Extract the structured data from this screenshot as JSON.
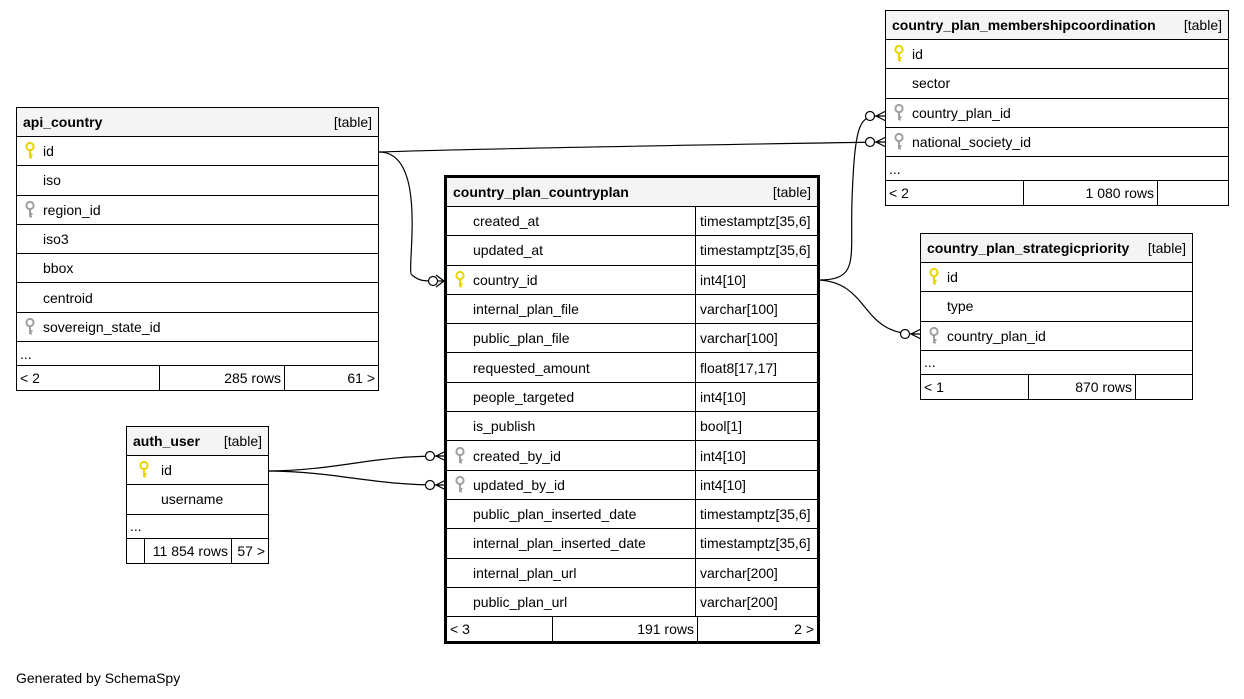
{
  "footer_text": "Generated by SchemaSpy",
  "colors": {
    "primary_key": "#e8d400",
    "foreign_key": "#a0a0a0",
    "header_bg": "#f4f4f4"
  },
  "tables": {
    "api_country": {
      "name": "api_country",
      "type": "[table]",
      "columns": [
        {
          "name": "id",
          "key": "pk"
        },
        {
          "name": "iso",
          "key": ""
        },
        {
          "name": "region_id",
          "key": "fk"
        },
        {
          "name": "iso3",
          "key": ""
        },
        {
          "name": "bbox",
          "key": ""
        },
        {
          "name": "centroid",
          "key": ""
        },
        {
          "name": "sovereign_state_id",
          "key": "fk"
        }
      ],
      "more": "...",
      "footer": {
        "parents": "< 2",
        "rows": "285 rows",
        "children": "61 >"
      }
    },
    "auth_user": {
      "name": "auth_user",
      "type": "[table]",
      "columns": [
        {
          "name": "id",
          "key": "pk"
        },
        {
          "name": "username",
          "key": ""
        }
      ],
      "more": "...",
      "footer": {
        "parents": "",
        "rows": "11 854 rows",
        "children": "57 >"
      }
    },
    "countryplan": {
      "name": "country_plan_countryplan",
      "type": "[table]",
      "columns": [
        {
          "name": "created_at",
          "type": "timestamptz[35,6]",
          "key": ""
        },
        {
          "name": "updated_at",
          "type": "timestamptz[35,6]",
          "key": ""
        },
        {
          "name": "country_id",
          "type": "int4[10]",
          "key": "pk"
        },
        {
          "name": "internal_plan_file",
          "type": "varchar[100]",
          "key": ""
        },
        {
          "name": "public_plan_file",
          "type": "varchar[100]",
          "key": ""
        },
        {
          "name": "requested_amount",
          "type": "float8[17,17]",
          "key": ""
        },
        {
          "name": "people_targeted",
          "type": "int4[10]",
          "key": ""
        },
        {
          "name": "is_publish",
          "type": "bool[1]",
          "key": ""
        },
        {
          "name": "created_by_id",
          "type": "int4[10]",
          "key": "fk"
        },
        {
          "name": "updated_by_id",
          "type": "int4[10]",
          "key": "fk"
        },
        {
          "name": "public_plan_inserted_date",
          "type": "timestamptz[35,6]",
          "key": ""
        },
        {
          "name": "internal_plan_inserted_date",
          "type": "timestamptz[35,6]",
          "key": ""
        },
        {
          "name": "internal_plan_url",
          "type": "varchar[200]",
          "key": ""
        },
        {
          "name": "public_plan_url",
          "type": "varchar[200]",
          "key": ""
        }
      ],
      "footer": {
        "parents": "< 3",
        "rows": "191 rows",
        "children": "2 >"
      }
    },
    "membership": {
      "name": "country_plan_membershipcoordination",
      "type": "[table]",
      "columns": [
        {
          "name": "id",
          "key": "pk"
        },
        {
          "name": "sector",
          "key": ""
        },
        {
          "name": "country_plan_id",
          "key": "fk"
        },
        {
          "name": "national_society_id",
          "key": "fk"
        }
      ],
      "more": "...",
      "footer": {
        "parents": "< 2",
        "rows": "1 080 rows",
        "children": ""
      }
    },
    "strategic": {
      "name": "country_plan_strategicpriority",
      "type": "[table]",
      "columns": [
        {
          "name": "id",
          "key": "pk"
        },
        {
          "name": "type",
          "key": ""
        },
        {
          "name": "country_plan_id",
          "key": "fk"
        }
      ],
      "more": "...",
      "footer": {
        "parents": "< 1",
        "rows": "870 rows",
        "children": ""
      }
    }
  }
}
